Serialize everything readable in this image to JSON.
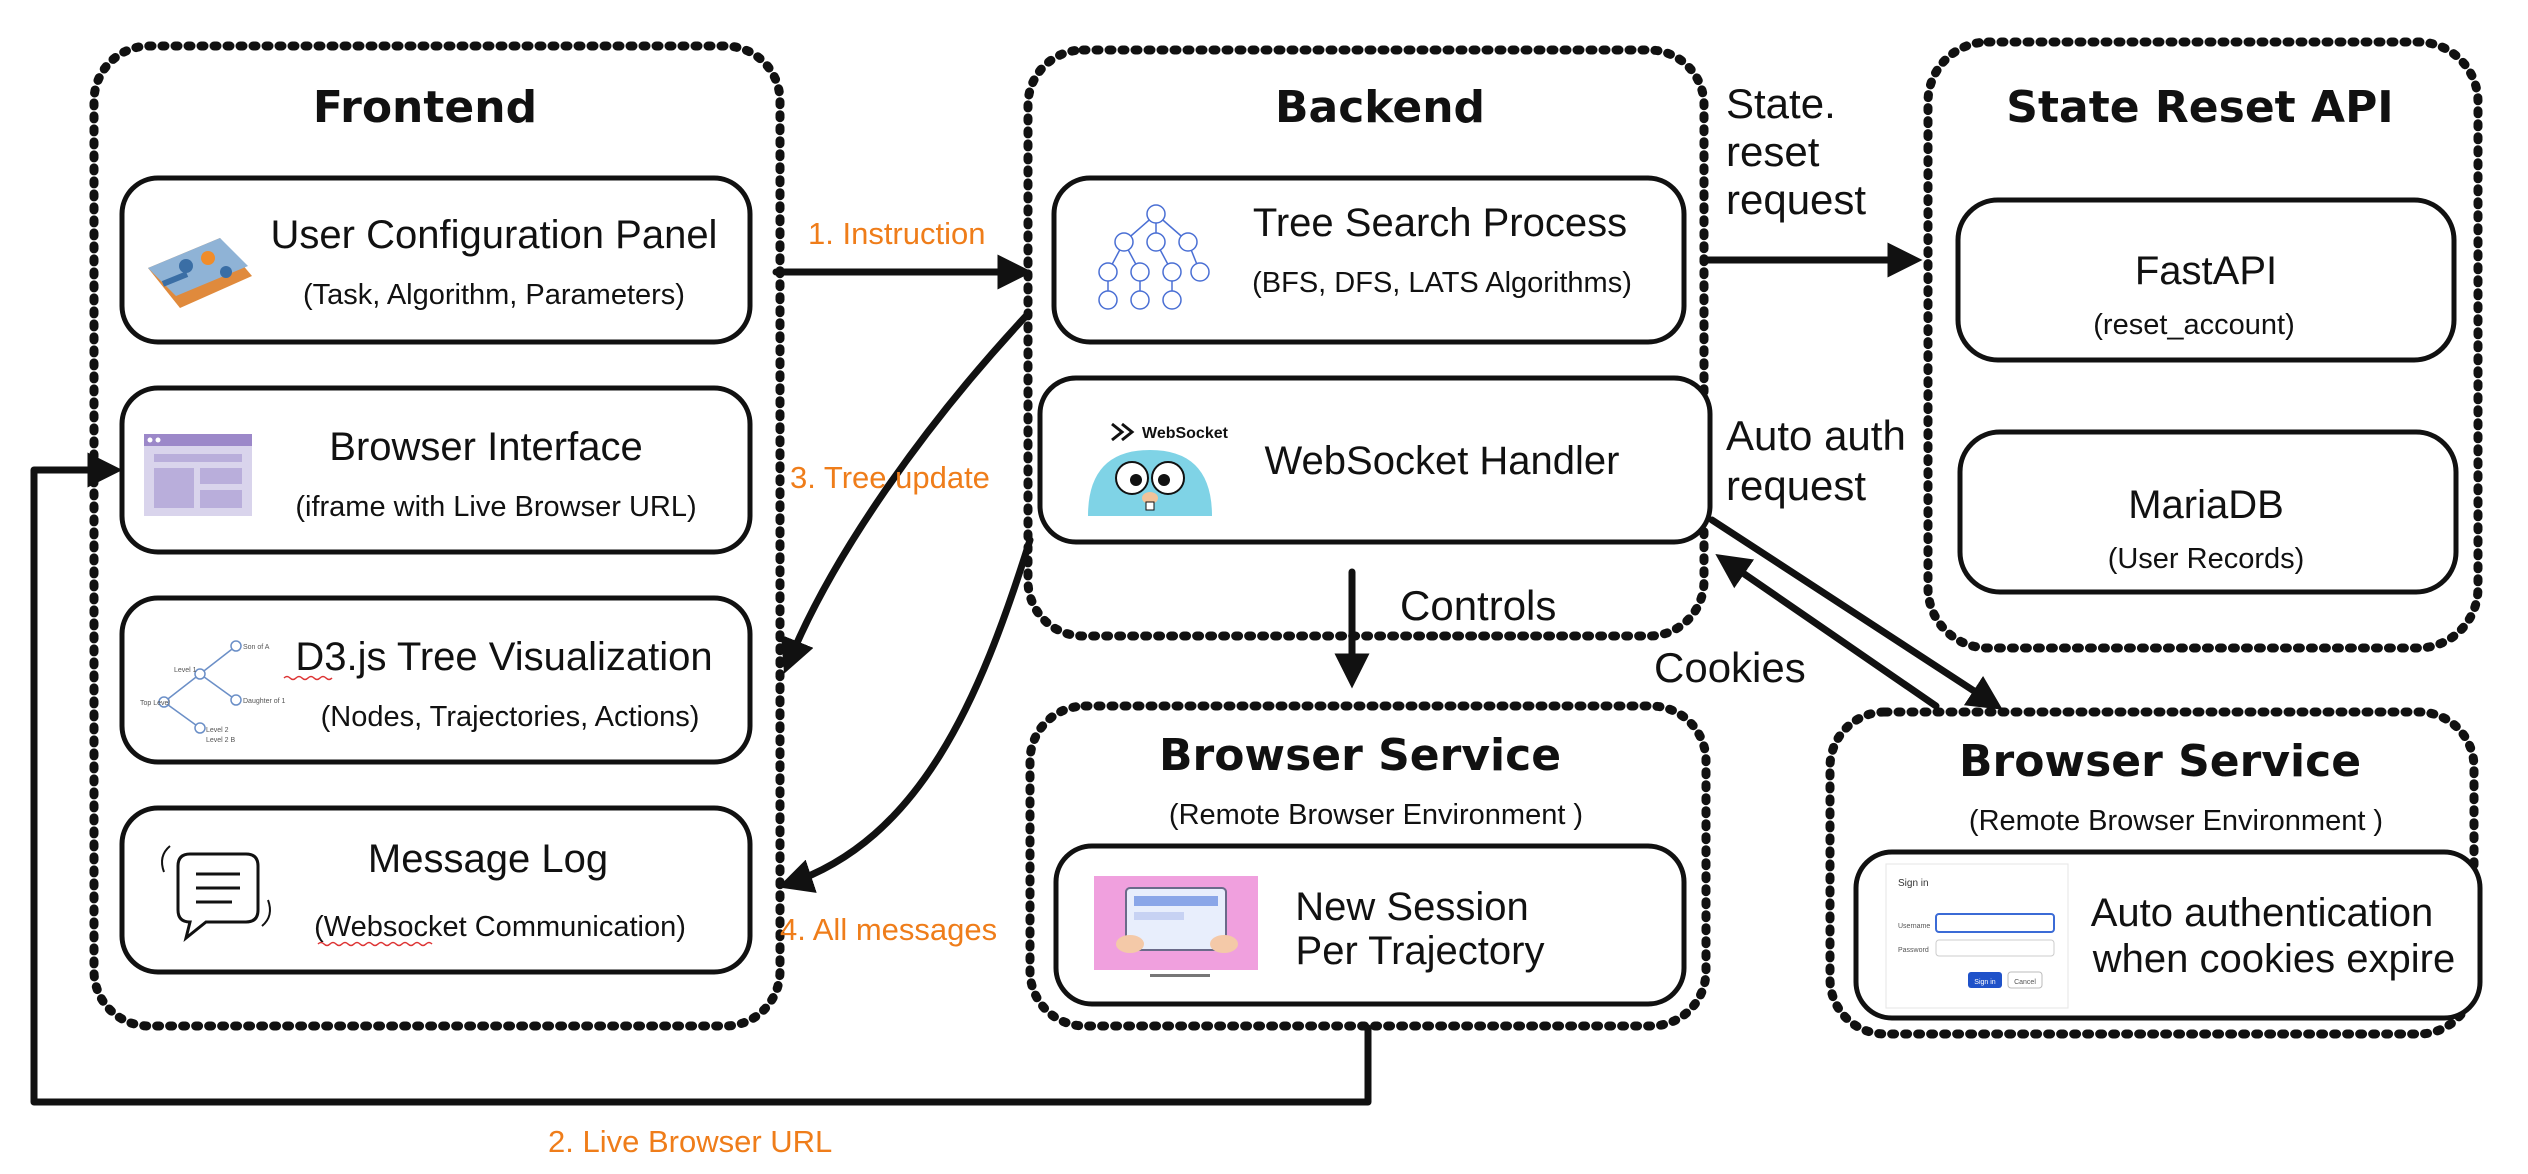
{
  "frontend": {
    "title": "Frontend",
    "cards": [
      {
        "title": "User Configuration Panel",
        "subtitle": "(Task, Algorithm, Parameters)",
        "icon": "control-panel-icon"
      },
      {
        "title": "Browser Interface",
        "subtitle": "(iframe with Live Browser URL)",
        "icon": "browser-window-icon"
      },
      {
        "title": "D3.js Tree Visualization",
        "subtitle": "(Nodes, Trajectories, Actions)",
        "icon": "tree-graph-icon"
      },
      {
        "title": "Message Log",
        "subtitle": "(Websocket Communication)",
        "icon": "chat-bubble-icon"
      }
    ],
    "tree_thumb_labels": [
      "Level 1",
      "Level 2",
      "Top Level",
      "Level 2 B",
      "Daughter of 1",
      "Son of A"
    ]
  },
  "backend": {
    "title": "Backend",
    "cards": [
      {
        "title": "Tree Search Process",
        "subtitle": "(BFS, DFS, LATS Algorithms)",
        "icon": "tree-nodes-icon"
      },
      {
        "title": "WebSocket Handler",
        "icon": "gopher-websocket-icon",
        "logo_text": "WebSocket"
      }
    ]
  },
  "state_reset": {
    "title": "State Reset API",
    "cards": [
      {
        "title": "FastAPI",
        "subtitle": "(reset_account)"
      },
      {
        "title": "MariaDB",
        "subtitle": "(User Records)"
      }
    ]
  },
  "browser_service_1": {
    "title": "Browser Service",
    "subtitle": "(Remote Browser Environment )",
    "card": {
      "line1": "New Session",
      "line2": "Per Trajectory",
      "icon": "browser-session-illustration-icon"
    }
  },
  "browser_service_2": {
    "title": "Browser Service",
    "subtitle": "(Remote Browser Environment )",
    "card": {
      "line1": "Auto authentication",
      "line2": "when cookies expire",
      "icon": "sign-in-form-icon"
    },
    "signin": {
      "heading": "Sign in",
      "username_label": "Username",
      "password_label": "Password",
      "signin_button": "Sign in",
      "cancel_button": "Cancel"
    }
  },
  "edges": {
    "instruction": "1. Instruction",
    "live_browser_url": "2. Live Browser URL",
    "tree_update": "3. Tree update",
    "all_messages": "4. All messages",
    "state_reset_request": [
      "State.",
      "reset",
      "request"
    ],
    "auto_auth_request": [
      "Auto auth",
      "request"
    ],
    "controls": "Controls",
    "cookies": "Cookies"
  },
  "colors": {
    "edge_label": "#ef7d1a",
    "ink": "#111111"
  }
}
